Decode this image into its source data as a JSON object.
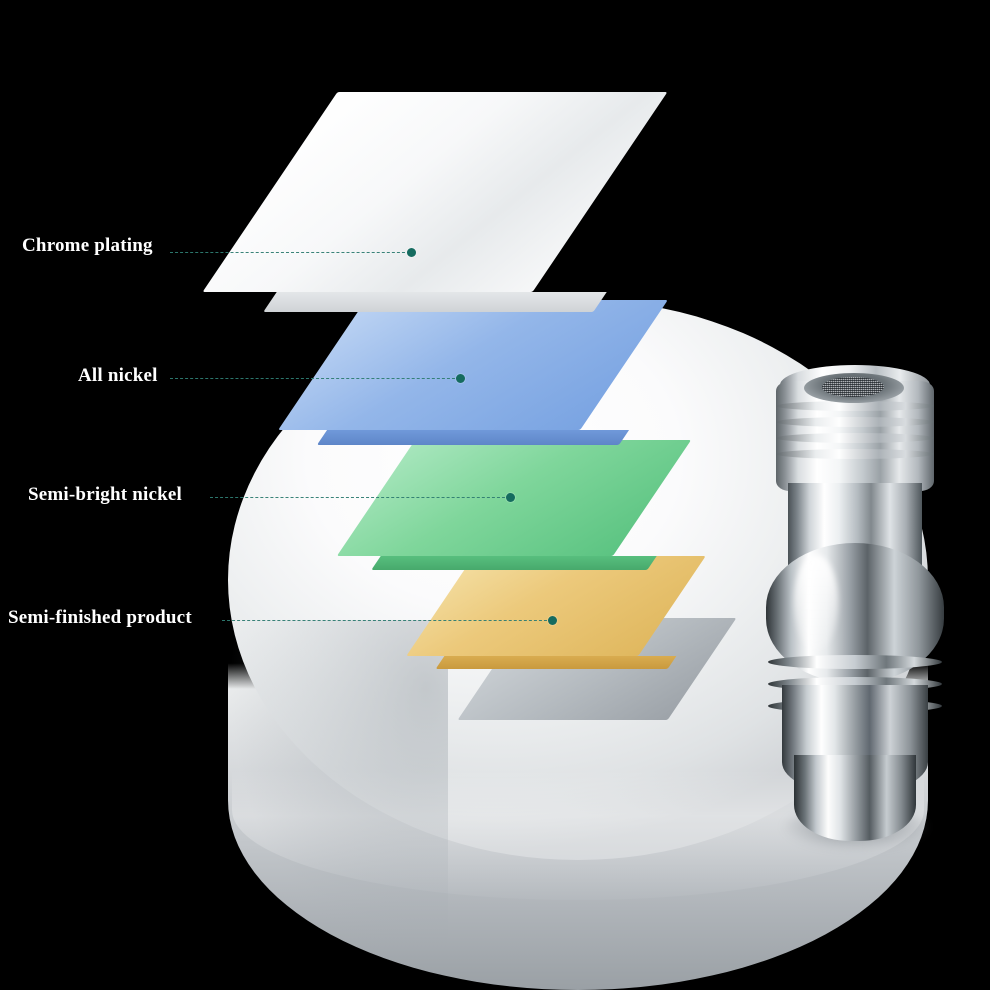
{
  "scene": {
    "title": "Faucet aerator electroplating layer structure",
    "background_color": "#000000"
  },
  "labels": [
    {
      "id": "chrome-plating",
      "text": "Chrome plating",
      "color": "#ffffff"
    },
    {
      "id": "all-nickel",
      "text": "All nickel",
      "color": "#ffffff"
    },
    {
      "id": "semi-bright-nickel",
      "text": "Semi-bright nickel",
      "color": "#ffffff"
    },
    {
      "id": "semi-finished-product",
      "text": "Semi-finished product",
      "color": "#ffffff"
    }
  ],
  "layers": [
    {
      "id": "chrome-plating",
      "label": "Chrome plating",
      "color": "#f2f4f6"
    },
    {
      "id": "all-nickel",
      "label": "All nickel",
      "color": "#8fb4e8"
    },
    {
      "id": "semi-bright-nickel",
      "label": "Semi-bright nickel",
      "color": "#7fd69b"
    },
    {
      "id": "semi-finished-product",
      "label": "Semi-finished product",
      "color": "#e9c878"
    },
    {
      "id": "base-substrate",
      "label": "",
      "color": "#b9bec4"
    }
  ],
  "leader_line": {
    "color": "#2f7d72",
    "style": "dashed",
    "dot_color": "#156b5f"
  },
  "product": {
    "name": "faucet-aerator",
    "finish": "chrome"
  },
  "platform": {
    "name": "display-turntable",
    "color": "#eef0f1"
  }
}
